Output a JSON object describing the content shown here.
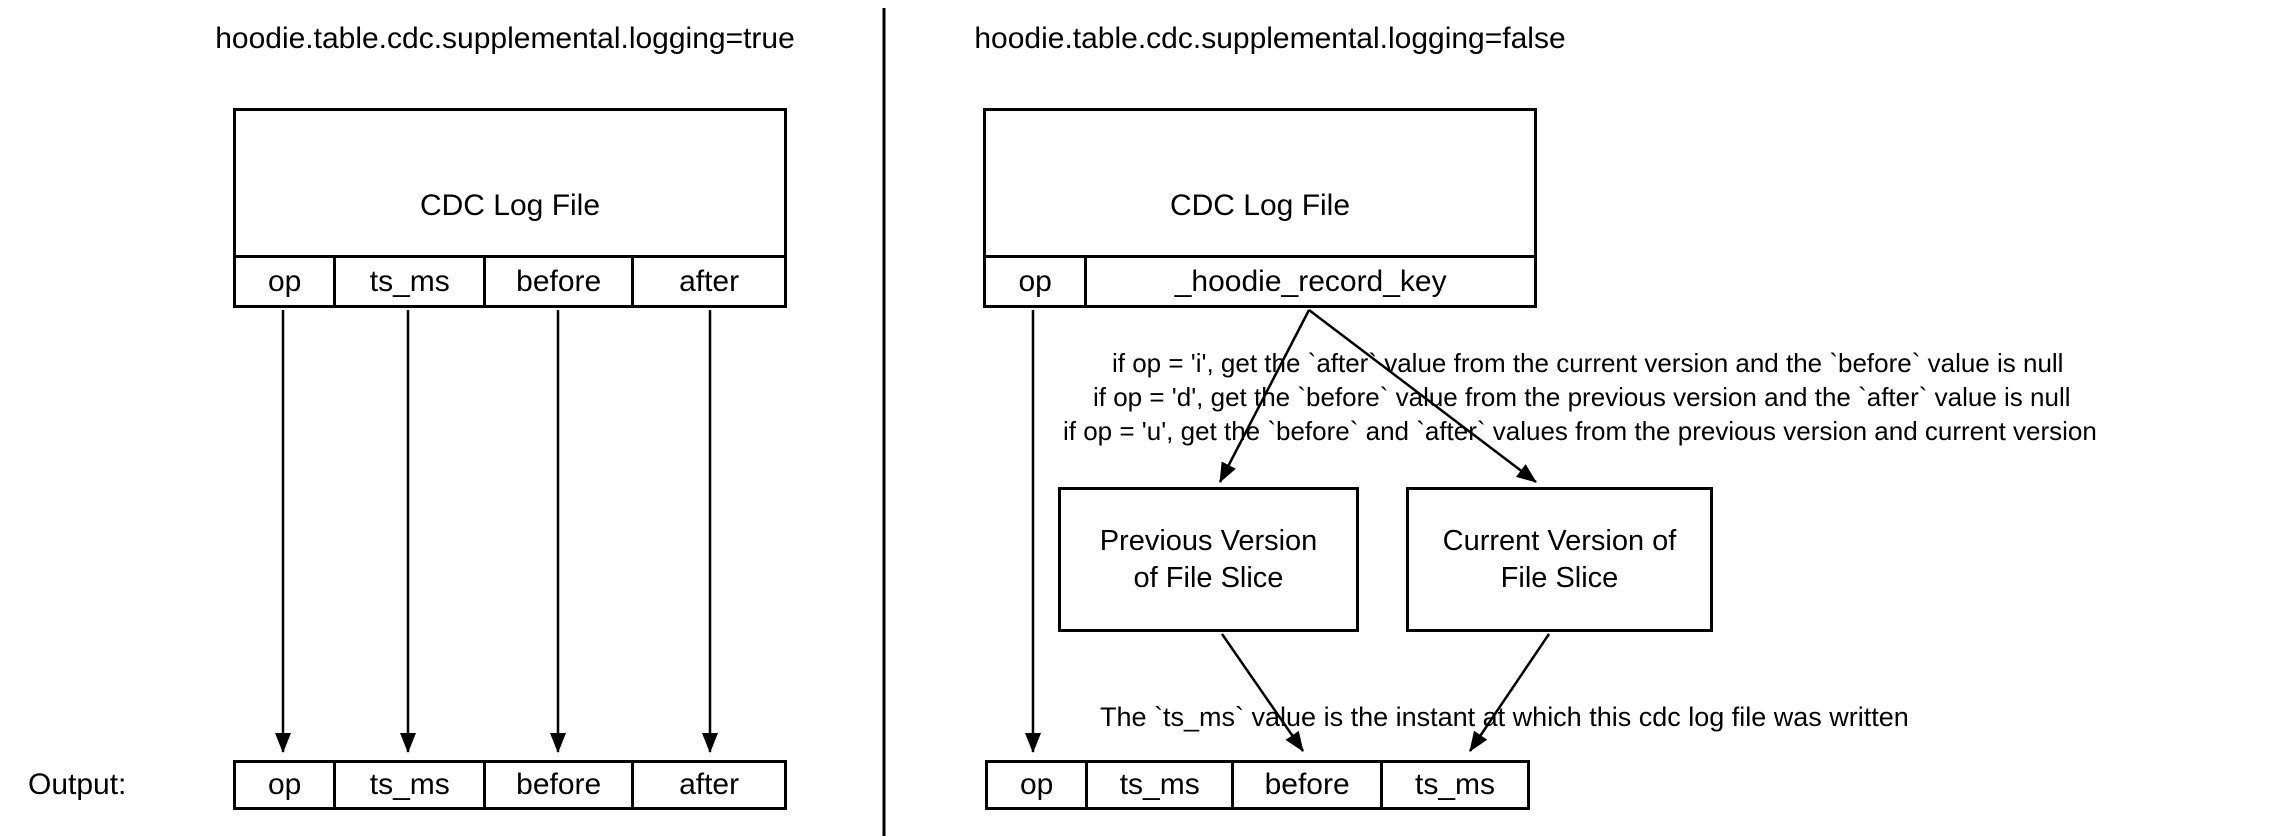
{
  "left": {
    "title": "hoodie.table.cdc.supplemental.logging=true",
    "log_file": {
      "title": "CDC Log File",
      "columns": [
        "op",
        "ts_ms",
        "before",
        "after"
      ]
    },
    "output_label": "Output:",
    "output_row": [
      "op",
      "ts_ms",
      "before",
      "after"
    ]
  },
  "right": {
    "title": "hoodie.table.cdc.supplemental.logging=false",
    "log_file": {
      "title": "CDC Log File",
      "columns": [
        "op",
        "_hoodie_record_key"
      ]
    },
    "rules": [
      "if op = 'i', get the `after` value from the current version and the `before` value is null",
      "if op = 'd', get the `before` value from the previous version  and the `after` value is null",
      "if op = 'u', get the `before` and `after` values from the previous version and current version"
    ],
    "boxes": {
      "previous": "Previous Version of File Slice",
      "current": "Current Version of File Slice"
    },
    "note": "The `ts_ms` value is the instant at which this cdc log file was written",
    "output_row": [
      "op",
      "ts_ms",
      "before",
      "ts_ms"
    ]
  },
  "colors": {
    "foreground": "#000000",
    "background": "#ffffff"
  }
}
